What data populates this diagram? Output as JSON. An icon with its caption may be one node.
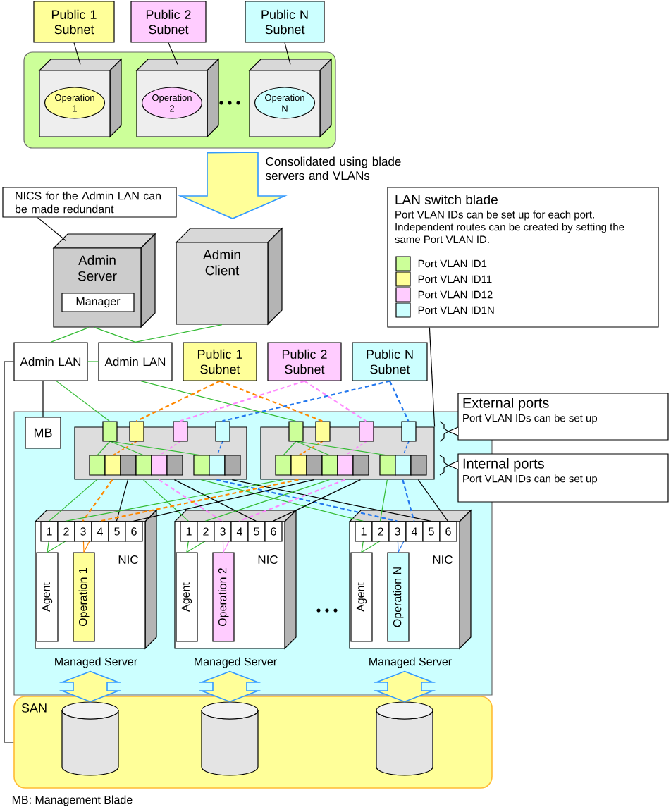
{
  "diagram": {
    "nodes": [
      {
        "text": [
          "Public 1 Subnet"
        ]
      },
      {
        "text": [
          "Public 2 Subnet"
        ]
      },
      {
        "text": [
          "Public N Subnet"
        ]
      },
      {
        "text": [],
        "shape": "box"
      },
      {
        "text": [],
        "shape": "box",
        "in": 3
      },
      {
        "text": [
          "Operation 1"
        ],
        "in": 4
      },
      {
        "text": [],
        "shape": "box",
        "in": 3
      },
      {
        "text": [
          "Operation 2"
        ],
        "in": 6
      },
      {
        "text": [],
        "shape": "box",
        "in": 3
      },
      {
        "text": [
          "Operation N"
        ],
        "in": 8
      },
      {
        "text": [
          "NICS for the Admin LAN can be made redundant"
        ]
      },
      {
        "text": [
          "Admin Server"
        ]
      },
      {
        "text": [
          "Manager"
        ],
        "in": 11
      },
      {
        "text": [
          "Admin Client"
        ]
      },
      {
        "text": [
          "LAN switch blade",
          "Port VLAN IDs can be set up for each port. Independent routes can be created by setting the same Port VLAN ID."
        ]
      },
      {
        "text": [
          "Admin LAN"
        ]
      },
      {
        "text": [
          "Admin LAN"
        ]
      },
      {
        "text": [
          "Public 1 Subnet"
        ]
      },
      {
        "text": [
          "Public 2 Subnet"
        ]
      },
      {
        "text": [
          "Public N Subnet"
        ]
      },
      {
        "text": [],
        "shape": "box"
      },
      {
        "text": [
          "MB"
        ],
        "in": 20
      },
      {
        "text": [],
        "shape": "box",
        "in": 20
      },
      {
        "text": [],
        "shape": "box",
        "in": 20
      },
      {
        "text": [
          "External ports",
          "Port VLAN IDs can be set up"
        ]
      },
      {
        "text": [
          "Internal ports",
          "Port VLAN IDs can be set up"
        ]
      },
      {
        "text": [],
        "shape": "box",
        "in": 20,
        "beside": [
          "Managed Server"
        ]
      },
      {
        "text": [
          "Agent"
        ],
        "in": 26
      },
      {
        "text": [
          "Operation 1"
        ],
        "in": 26
      },
      {
        "text": [],
        "shape": "box",
        "in": 20,
        "beside": [
          "Managed Server"
        ]
      },
      {
        "text": [
          "Agent"
        ],
        "in": 29
      },
      {
        "text": [
          "Operation 2"
        ],
        "in": 29
      },
      {
        "text": [],
        "shape": "box",
        "in": 20,
        "beside": [
          "Managed Server"
        ]
      },
      {
        "text": [
          "Agent"
        ],
        "in": 32
      },
      {
        "text": [
          "Operation N"
        ],
        "in": 32
      },
      {
        "text": [
          "SAN"
        ]
      },
      {
        "text": [],
        "shape": "cylinder",
        "in": 35
      },
      {
        "text": [],
        "shape": "cylinder",
        "in": 35
      },
      {
        "text": [],
        "shape": "cylinder",
        "in": 35
      }
    ],
    "edges": [
      {
        "from": 0,
        "to": 4,
        "arrow": "none",
        "color": "#000000"
      },
      {
        "from": 1,
        "to": 6,
        "arrow": "none",
        "color": "#000000"
      },
      {
        "from": 2,
        "to": 8,
        "arrow": "none",
        "color": "#000000"
      },
      {
        "from": 3,
        "to": null,
        "arrow": "to",
        "style": "thick",
        "label": "Consolidated using blade servers and VLANs"
      },
      {
        "from": 10,
        "to": 11,
        "arrow": "none",
        "color": "#000000"
      },
      {
        "from": 11,
        "to": 15,
        "arrow": "none",
        "color": "#33bb33"
      },
      {
        "from": 11,
        "to": 16,
        "arrow": "none",
        "color": "#33bb33"
      },
      {
        "from": 13,
        "to": 16,
        "arrow": "none",
        "color": "#33bb33"
      },
      {
        "from": 15,
        "to": 16,
        "arrow": "none",
        "color": "#33bb33"
      },
      {
        "from": 15,
        "to": 21,
        "arrow": "none",
        "color": "#000000"
      },
      {
        "from": 15,
        "to": 35,
        "arrow": "none",
        "color": "#000000"
      },
      {
        "from": 15,
        "to": 22,
        "arrow": "none",
        "color": "#33bb33"
      },
      {
        "from": 16,
        "to": 23,
        "arrow": "none",
        "color": "#33bb33"
      },
      {
        "from": 17,
        "to": 22,
        "arrow": "none",
        "style": "dashed",
        "color": "#ff8800"
      },
      {
        "from": 17,
        "to": 23,
        "arrow": "none",
        "style": "dashed",
        "color": "#ff8800"
      },
      {
        "from": 18,
        "to": 22,
        "arrow": "none",
        "style": "dashed",
        "color": "#ff88ff"
      },
      {
        "from": 18,
        "to": 23,
        "arrow": "none",
        "style": "dashed",
        "color": "#ff88ff"
      },
      {
        "from": 19,
        "to": 22,
        "arrow": "none",
        "style": "dashed",
        "color": "#2277ee"
      },
      {
        "from": 19,
        "to": 23,
        "arrow": "none",
        "style": "dashed",
        "color": "#2277ee"
      },
      {
        "from": 14,
        "to": 23,
        "arrow": "none",
        "color": "#000000"
      },
      {
        "from": 26,
        "to": 36,
        "arrow": "both",
        "style": "thick"
      },
      {
        "from": 29,
        "to": 37,
        "arrow": "both",
        "style": "thick"
      },
      {
        "from": 32,
        "to": 38,
        "arrow": "both",
        "style": "thick"
      },
      {
        "from": 22,
        "to": 26,
        "arrow": "none",
        "color": "#33bb33"
      },
      {
        "from": 22,
        "to": 26,
        "arrow": "none",
        "style": "dashed",
        "color": "#ff8800"
      },
      {
        "from": 22,
        "to": 26,
        "arrow": "none",
        "color": "#000000"
      },
      {
        "from": 22,
        "to": 29,
        "arrow": "none",
        "color": "#33bb33"
      },
      {
        "from": 22,
        "to": 29,
        "arrow": "none",
        "style": "dashed",
        "color": "#ff88ff"
      },
      {
        "from": 22,
        "to": 29,
        "arrow": "none",
        "color": "#000000"
      },
      {
        "from": 22,
        "to": 32,
        "arrow": "none",
        "color": "#33bb33"
      },
      {
        "from": 22,
        "to": 32,
        "arrow": "none",
        "style": "dashed",
        "color": "#2277ee"
      },
      {
        "from": 22,
        "to": 32,
        "arrow": "none",
        "color": "#000000"
      },
      {
        "from": 23,
        "to": 26,
        "arrow": "none",
        "color": "#33bb33"
      },
      {
        "from": 23,
        "to": 26,
        "arrow": "none",
        "style": "dashed",
        "color": "#ff8800"
      },
      {
        "from": 23,
        "to": 26,
        "arrow": "none",
        "color": "#000000"
      },
      {
        "from": 23,
        "to": 29,
        "arrow": "none",
        "color": "#33bb33"
      },
      {
        "from": 23,
        "to": 29,
        "arrow": "none",
        "style": "dashed",
        "color": "#ff88ff"
      },
      {
        "from": 23,
        "to": 29,
        "arrow": "none",
        "color": "#000000"
      },
      {
        "from": 23,
        "to": 32,
        "arrow": "none",
        "color": "#33bb33"
      },
      {
        "from": 23,
        "to": 32,
        "arrow": "none",
        "style": "dashed",
        "color": "#2277ee"
      },
      {
        "from": 23,
        "to": 32,
        "arrow": "none",
        "color": "#000000"
      },
      {
        "from": 26,
        "to": 27,
        "arrow": "none",
        "color": "#33bb33"
      },
      {
        "from": 26,
        "to": 27,
        "arrow": "none",
        "color": "#33bb33"
      },
      {
        "from": 26,
        "to": 28,
        "arrow": "none",
        "color": "#ff8800"
      },
      {
        "from": 26,
        "to": 28,
        "arrow": "none",
        "color": "#ff8800"
      },
      {
        "from": 29,
        "to": 30,
        "arrow": "none",
        "color": "#33bb33"
      },
      {
        "from": 29,
        "to": 30,
        "arrow": "none",
        "color": "#33bb33"
      },
      {
        "from": 29,
        "to": 31,
        "arrow": "none",
        "color": "#ff88ff"
      },
      {
        "from": 29,
        "to": 31,
        "arrow": "none",
        "color": "#ff88ff"
      },
      {
        "from": 32,
        "to": 33,
        "arrow": "none",
        "color": "#33bb33"
      },
      {
        "from": 32,
        "to": 33,
        "arrow": "none",
        "color": "#33bb33"
      },
      {
        "from": 32,
        "to": 34,
        "arrow": "none",
        "color": "#2277ee"
      },
      {
        "from": 32,
        "to": 34,
        "arrow": "none",
        "color": "#2277ee"
      }
    ],
    "labels": [
      "1",
      "2",
      "3",
      "4",
      "5",
      "6",
      "NIC",
      "1",
      "2",
      "3",
      "4",
      "5",
      "6",
      "NIC",
      "1",
      "2",
      "3",
      "4",
      "5",
      "6",
      "NIC",
      "MB: Management Blade"
    ],
    "legend": [
      {
        "text": "Port VLAN ID1",
        "color": "#ccff99"
      },
      {
        "text": "Port VLAN ID11",
        "color": "#ffff99"
      },
      {
        "text": "Port VLAN ID12",
        "color": "#ffccff"
      },
      {
        "text": "Port VLAN ID1N",
        "color": "#ccffff"
      }
    ]
  }
}
